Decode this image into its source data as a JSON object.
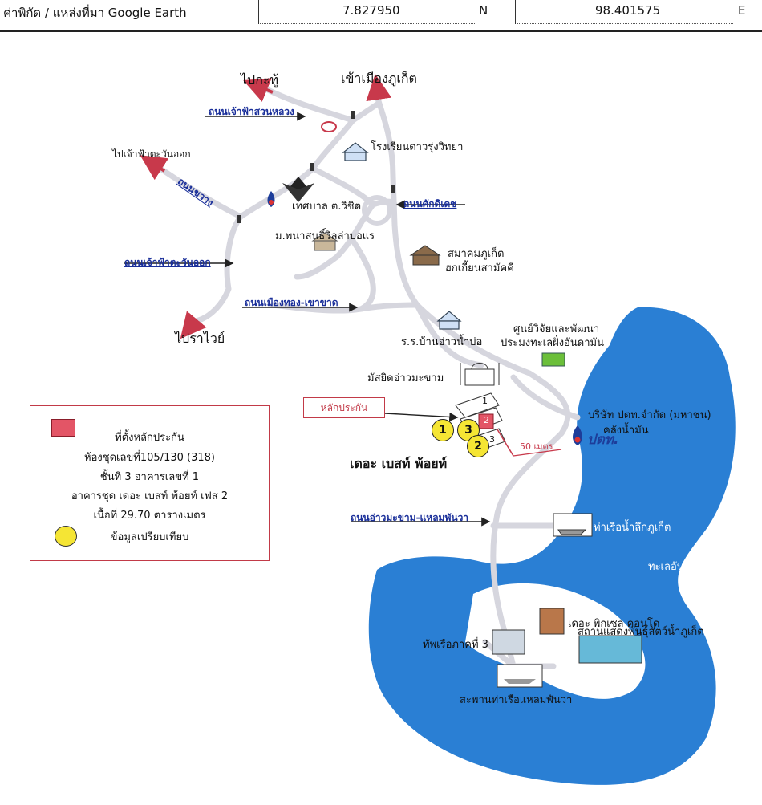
{
  "header": {
    "label": "ค่าพิกัด / แหล่งที่มา Google Earth",
    "latitude": "7.827950",
    "lat_dir": "N",
    "longitude": "98.401575",
    "lon_dir": "E"
  },
  "places": {
    "kathu": "ไปกะทู้",
    "phuket_town": "เข้าเมืองภูเก็ต",
    "chao_fa_east_dir": "ไปเจ้าฟ้าตะวันออก",
    "school_dao_rung": "โรงเรียนดาวรุ่งวิทยา",
    "municipality": "เทศบาล ต.วิชิต",
    "village": "ม.พนาสนธิ์วิลล่าบ่อแร",
    "association": "สมาคมภูเก็ต",
    "association2": "ฮกเกี้ยนสามัคคี",
    "rawai": "ไปราไวย์",
    "school_ao_nam_bo": "ร.ร.บ้านอ่าวน้ำบ่อ",
    "research_center": "ศูนย์วิจัยและพัฒนา",
    "research_center2": "ประมงทะเลฝั่งอันดามัน",
    "mosque": "มัสยิดอ่าวมะขาม",
    "ptt_company": "บริษัท ปตท.จำกัด (มหาชน)",
    "oil_depot": "คลังน้ำมัน",
    "ptt_logo": "ปตท.",
    "the_best_point": "เดอะ เบสท์ พ้อยท์",
    "distance": "50 เมตร",
    "deep_sea_port": "ท่าเรือน้ำลึกภูเก็ต",
    "andaman_sea": "ทะเลอันดามัน",
    "the_pixel_condo": "เดอะ พิกเซล คอนโด",
    "aquarium": "สถานแสดงพันธุ์สัตว์น้ำภูเก็ต",
    "navy": "ทัพเรือภาคที่ 3",
    "pier_laem_phan_wa": "สะพานท่าเรือแหลมพันวา"
  },
  "roads": {
    "chao_fa_suan_luang": "ถนนเจ้าฟ้าสวนหลวง",
    "nong_khwang": "ถนนขวาง",
    "sakdidej": "ถนนศักดิเดช",
    "chao_fa_east": "ถนนเจ้าฟ้าตะวันออก",
    "muang_thong_khao_khad": "ถนนเมืองทอง-เขาขาด",
    "ao_makham_laem_phan_wa": "ถนนอ่าวมะขาม-แหลมพันวา"
  },
  "legend": {
    "collateral_location": "ที่ตั้งหลักประกัน",
    "unit_no": "ห้องชุดเลขที่105/130 (318)",
    "floor": "ชั้นที่ 3 อาคารเลขที่ 1",
    "building": "อาคารชุด เดอะ เบสท์ พ้อยท์ เฟส 2",
    "area": "เนื้อที่ 29.70 ตารางเมตร",
    "comparables": "ข้อมูลเปรียบเทียบ"
  },
  "callout": "หลักประกัน",
  "markers": {
    "m1": "1",
    "m2": "2",
    "m3": "3",
    "b1": "1",
    "b2": "2",
    "b3": "3"
  },
  "colors": {
    "sea": "#2a7fd4",
    "road": "#d6d6de",
    "road_label": "#1a2f9a",
    "collateral": "#e35566",
    "comparable": "#f5e534",
    "arrow": "#c8394b"
  }
}
